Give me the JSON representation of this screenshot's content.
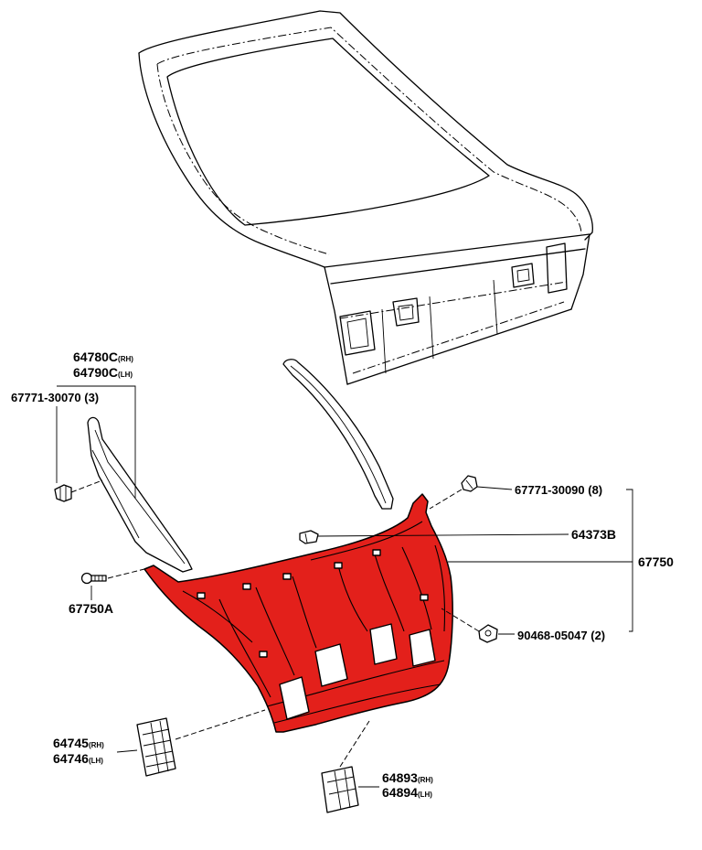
{
  "colors": {
    "panel_fill": "#e3201b",
    "line": "#000000",
    "background": "#ffffff"
  },
  "callouts": {
    "c64780c": {
      "part": "64780C",
      "side": "(RH)"
    },
    "c64790c": {
      "part": "64790C",
      "side": "(LH)"
    },
    "c67771_30070": {
      "text": "67771-30070 (3)"
    },
    "c67750a": {
      "text": "67750A"
    },
    "c64745": {
      "part": "64745",
      "side": "(RH)"
    },
    "c64746": {
      "part": "64746",
      "side": "(LH)"
    },
    "c67771_30090": {
      "text": "67771-30090 (8)"
    },
    "c64373b": {
      "text": "64373B"
    },
    "c67750": {
      "text": "67750"
    },
    "c90468_05047": {
      "text": "90468-05047 (2)"
    },
    "c64893": {
      "part": "64893",
      "side": "(RH)"
    },
    "c64894": {
      "part": "64894",
      "side": "(LH)"
    }
  }
}
